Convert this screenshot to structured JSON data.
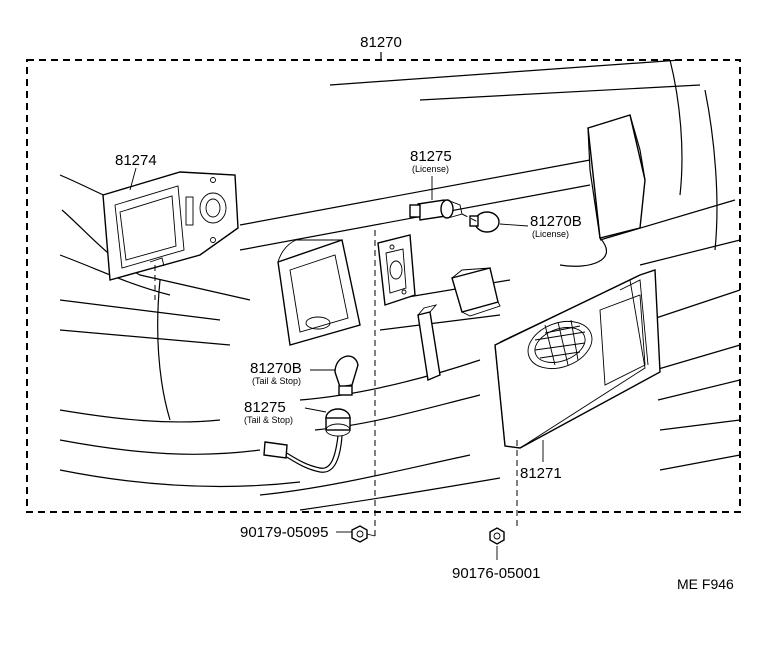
{
  "labels": {
    "assy": "81270",
    "plate_gasket": "81274",
    "socket_license": {
      "part": "81275",
      "sub": "(License)"
    },
    "bulb_license": {
      "part": "81270B",
      "sub": "(License)"
    },
    "bulb_tail": {
      "part": "81270B",
      "sub": "(Tail & Stop)"
    },
    "socket_tail": {
      "part": "81275",
      "sub": "(Tail & Stop)"
    },
    "lens": "81271",
    "nut_left": "90179-05095",
    "nut_right": "90176-05001"
  },
  "figure_code": "ME F946"
}
